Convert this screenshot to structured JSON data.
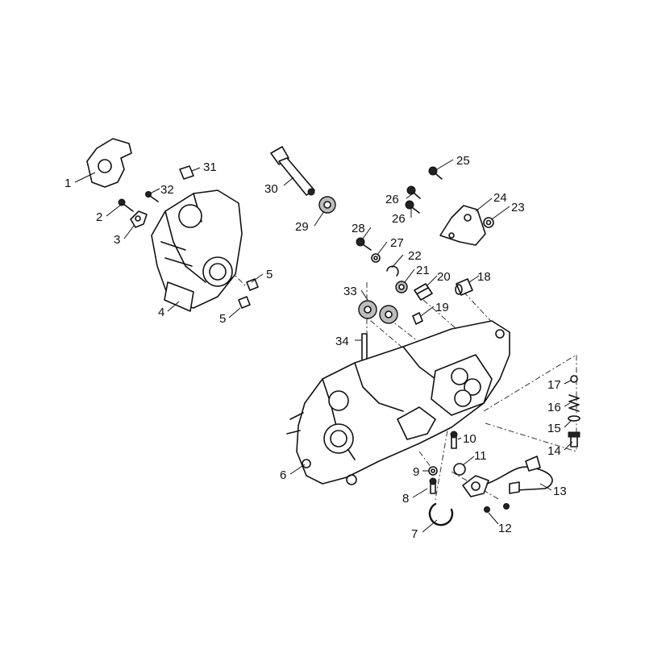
{
  "callouts": [
    "1",
    "2",
    "3",
    "4",
    "5",
    "5",
    "6",
    "7",
    "8",
    "9",
    "10",
    "11",
    "12",
    "13",
    "14",
    "15",
    "16",
    "17",
    "18",
    "19",
    "20",
    "21",
    "22",
    "23",
    "24",
    "25",
    "26",
    "26",
    "27",
    "28",
    "29",
    "30",
    "31",
    "32",
    "33",
    "34"
  ]
}
